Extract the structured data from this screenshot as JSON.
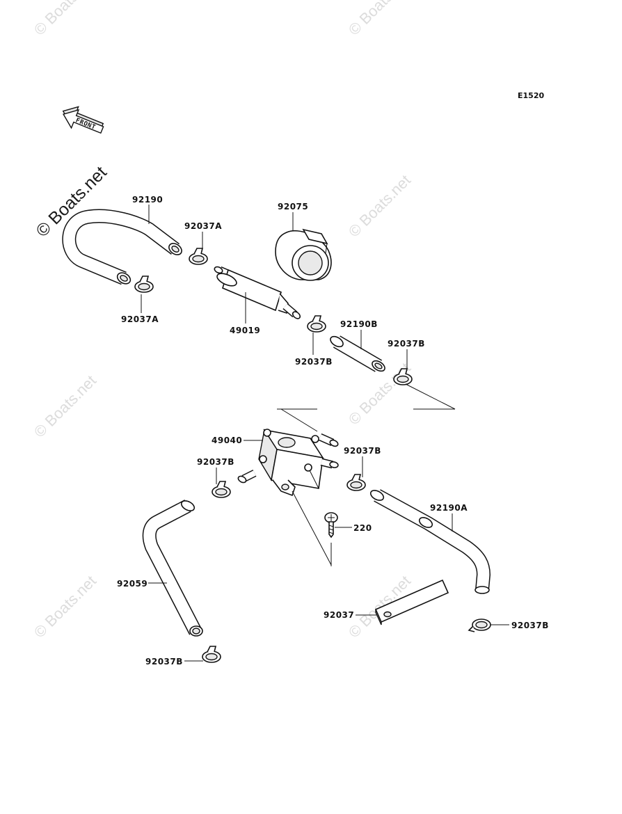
{
  "diagram_code": "E1520",
  "front_label": "FRONT",
  "watermark": "© Boats.net",
  "parts": {
    "hose_92190": "92190",
    "clamp_92037a_top": "92037A",
    "clamp_92037a_bottom": "92037A",
    "cover_92075": "92075",
    "filter_49019": "49019",
    "clamp_92037b_filter": "92037B",
    "hose_92190b": "92190B",
    "clamp_92037b_hose": "92037B",
    "pump_49040": "49040",
    "clamp_92037b_pump_left": "92037B",
    "clamp_92037b_pump_right": "92037B",
    "screw_220": "220",
    "hose_92190a": "92190A",
    "hose_92059": "92059",
    "plate_92037": "92037",
    "clamp_92037b_bottom_right": "92037B",
    "clamp_92037b_bottom_left": "92037B"
  }
}
